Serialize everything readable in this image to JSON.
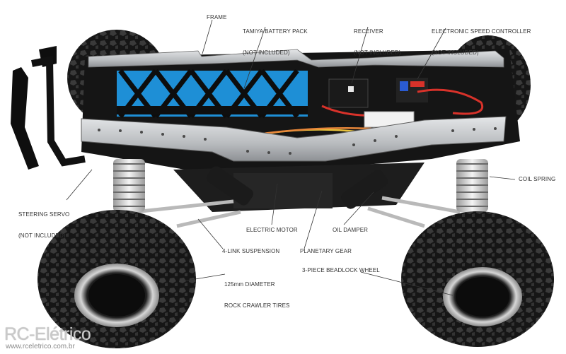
{
  "labels": {
    "frame": "FRAME",
    "battery_1": "TAMIYA BATTERY PACK",
    "battery_2": "(NOT INCLUDED)",
    "receiver_1": "RECEIVER",
    "receiver_2": "(NOT INCLUDED)",
    "esc_1": "ELECTRONIC SPEED CONTROLLER",
    "esc_2": "(NOT INCLUDED)",
    "coil_spring": "COIL SPRING",
    "servo_1": "STEERING SERVO",
    "servo_2": "(NOT INCLUDED)",
    "electric_motor": "ELECTRIC MOTOR",
    "oil_damper": "OIL DAMPER",
    "suspension": "4-LINK SUSPENSION",
    "planetary_gear": "PLANETARY GEAR",
    "tires_1": "125mm DIAMETER",
    "tires_2": "ROCK CRAWLER TIRES",
    "wheel": "3-PIECE BEADLOCK WHEEL"
  },
  "watermark": {
    "brand": "RC-Elétrico",
    "url": "www.rceletrico.com.br"
  },
  "colors": {
    "battery": "#1e8fd6",
    "frame": "#bfc2c4",
    "tire": "#1c1c1c",
    "rim": "#c4c4c4",
    "wire_red": "#d8322a",
    "wire_yellow": "#e8c23a",
    "wire_orange": "#e8873a"
  }
}
